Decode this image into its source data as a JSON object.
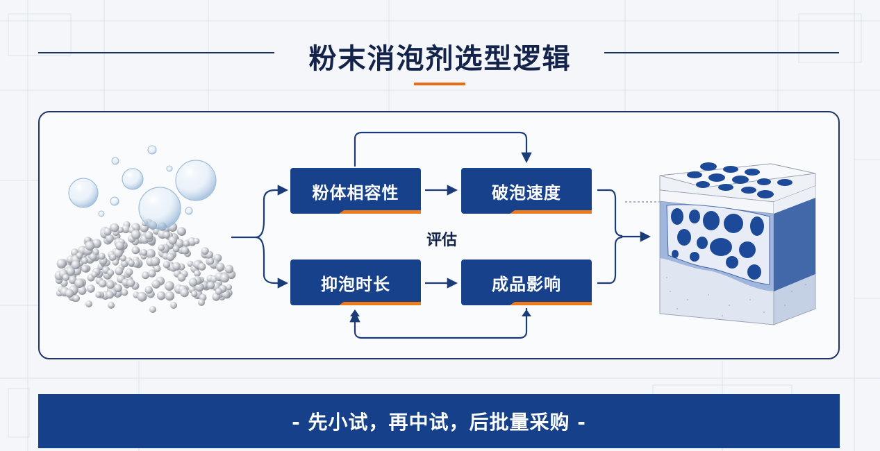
{
  "title": "粉末消泡剂选型逻辑",
  "nodes": {
    "compatibility": "粉体相容性",
    "defoam_speed": "破泡速度",
    "suppression_duration": "抑泡时长",
    "product_impact": "成品影响"
  },
  "center_label": "评估",
  "footer": "- 先小试，再中试，后批量采购 -",
  "colors": {
    "navy": "#17418a",
    "accent": "#ef7a1c",
    "title": "#13234a"
  },
  "illustrations": {
    "left": "powder-granules-with-bubbles",
    "right": "foam-cross-section-block"
  }
}
